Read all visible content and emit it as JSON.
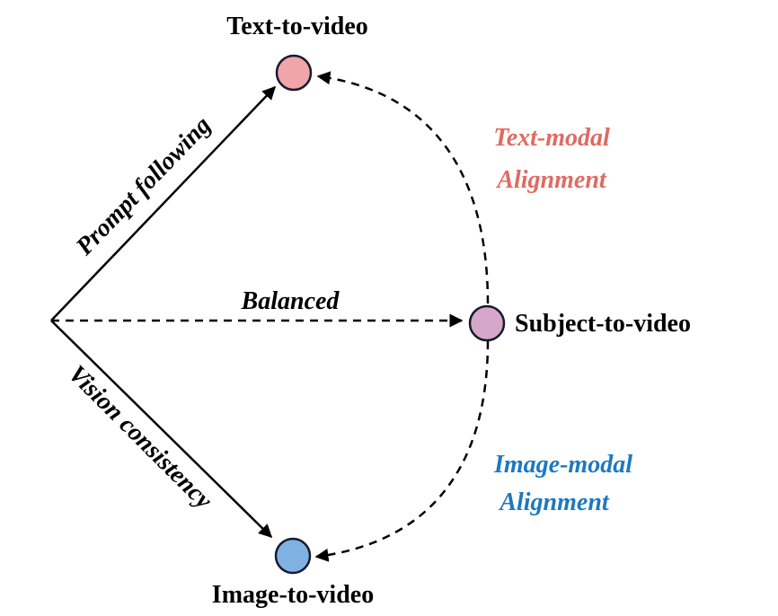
{
  "nodes": {
    "text_to_video": {
      "label": "Text-to-video",
      "fill": "#F0A5A8"
    },
    "subject_to_video": {
      "label": "Subject-to-video",
      "fill": "#D5A8C9"
    },
    "image_to_video": {
      "label": "Image-to-video",
      "fill": "#7FB2E3"
    }
  },
  "edges": {
    "prompt_following": "Prompt following",
    "balanced": "Balanced",
    "vision_consistency": "Vision consistency"
  },
  "alignments": {
    "text_modal": {
      "line1": "Text-modal",
      "line2": "Alignment",
      "color": "#E06A62"
    },
    "image_modal": {
      "line1": "Image-modal",
      "line2": "Alignment",
      "color": "#1E78C0"
    }
  }
}
